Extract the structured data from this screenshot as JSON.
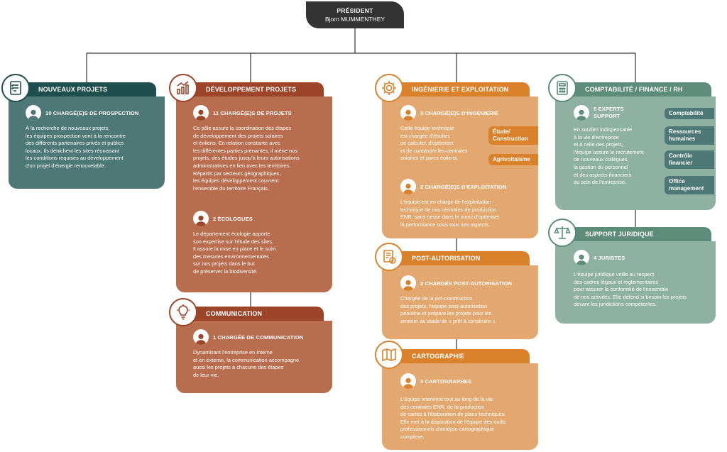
{
  "president": {
    "role": "PRÉSIDENT",
    "name": "Bjorn MUMMENTHEY"
  },
  "departments": {
    "nouveaux": {
      "title": "NOUVEAUX PROJETS",
      "teams": [
        {
          "label": "10 CHARGÉ(E)S DE PROSPECTION",
          "lines": [
            "À la recherche de nouveaux projets,",
            "les équipes prospection vont à la rencontre",
            "des différents partenaires privés et publics",
            "locaux. Ils dénichent les sites réunissant",
            "les conditions requises au développement",
            "d'un projet d'énergie renouvelable."
          ]
        }
      ]
    },
    "developpement": {
      "title": "DÉVELOPPEMENT PROJETS",
      "teams": [
        {
          "label": "11 CHARGÉ(E)S DE PROJETS",
          "lines": [
            "Ce pôle assure la coordination des étapes",
            "de développement des projets solaires",
            "et éoliens. En relation constante avec",
            "les différentes parties prenantes, il mène nos",
            "projets, des études jusqu'à leurs autorisations",
            "administratives en lien avec les territoires.",
            "Répartis par secteurs géographiques,",
            "les équipes développement couvrent",
            "l'ensemble du territoire Français."
          ]
        },
        {
          "label": "2 ÉCOLOGUES",
          "lines": [
            "Le département écologie apporte",
            "son expertise sur l'étude des sites.",
            "Il assure la mise en place et le suivi",
            "des mesures environnementales",
            "sur nos projets dans le but",
            "de préserver la biodiversité."
          ]
        }
      ]
    },
    "communication": {
      "title": "COMMUNICATION",
      "teams": [
        {
          "label": "1 CHARGÉE DE COMMUNICATION",
          "lines": [
            "Dynamisant l'entreprise en interne",
            "et en externe, la communication accompagne",
            "aussi les projets à chacune des étapes",
            "de leur vie."
          ]
        }
      ]
    },
    "ingenierie": {
      "title": "INGÉNIERIE ET EXPLOITATION",
      "tags": [
        "Étude/ Construction",
        "Agrivoltaïsme"
      ],
      "teams": [
        {
          "label": "3 CHARGÉ(E)S D'INGÉNIERIE",
          "lines": [
            "Cette équipe technique",
            "est chargée d'étudier,",
            "de calculer, d'optimiser",
            "et de construire les centrales",
            "solaires et parcs éoliens."
          ]
        },
        {
          "label": "2 CHARGÉ(E)S D'EXPLOITATION",
          "lines": [
            "L'équipe est en charge de l'exploitation",
            "technique de nos centrales de production",
            "ENR, sans cesse dans le souci d'optimiser",
            "la performance sous tous ses aspects."
          ]
        }
      ]
    },
    "postauto": {
      "title": "POST-AUTORISATION",
      "teams": [
        {
          "label": "2 CHARGÉS POST-AUTORISATION",
          "lines": [
            "Chargée de la pré-construction",
            "des projets, l'équipe post-autorisation",
            "peaufine et prépare les projets pour les",
            "amener au stade de « prêt à construire »."
          ]
        }
      ]
    },
    "cartographie": {
      "title": "CARTOGRAPHIE",
      "teams": [
        {
          "label": "3 CARTOGRAPHES",
          "lines": [
            "L'équipe intervient tout au long de la vie",
            "des centrales ENR, de la production",
            "de cartes à l'élaboration de plans techniques.",
            "Elle met à la disposition de l'équipe des outils",
            "professionnels d'analyse cartographique",
            "complexe."
          ]
        }
      ]
    },
    "compta": {
      "title": "COMPTABILITÉ / FINANCE / RH",
      "tags": [
        "Comptabilité",
        "Ressources humaines",
        "Contrôle financier",
        "Office management"
      ],
      "teams": [
        {
          "label": "8 EXPERTS SUPPORT",
          "lines": [
            "En soutien indispensable",
            "à la vie d'entreprise",
            "et à celle des projets,",
            "l'équipe assure le recrutement",
            "de nouveaux collègues,",
            "la gestion du personnel",
            "et des aspects financiers",
            "au sein de l'entreprise."
          ]
        }
      ]
    },
    "juridique": {
      "title": "SUPPORT JURIDIQUE",
      "teams": [
        {
          "label": "4 JURISTES",
          "lines": [
            "L'équipe juridique veille au respect",
            "des cadres légaux et réglementaires",
            "pour assurer la conformité de l'ensemble",
            "de nos activités. Elle défend si besoin les projets",
            "devant les juridictions compétentes."
          ]
        }
      ]
    }
  },
  "colors": {
    "teal": "#4e7876",
    "teal_dark": "#1f4f4c",
    "rust": "#b86d4f",
    "rust_dark": "#9c4528",
    "orange": "#e2a86f",
    "orange_dark": "#d9822b",
    "sage": "#8fb1a1",
    "sage_dark": "#5e8c7a",
    "president": "#333333"
  },
  "icons": [
    "checklist-icon",
    "chart-growth-icon",
    "lightbulb-icon",
    "gear-icon",
    "document-check-icon",
    "map-icon",
    "calculator-icon",
    "scales-icon",
    "person-icon"
  ]
}
